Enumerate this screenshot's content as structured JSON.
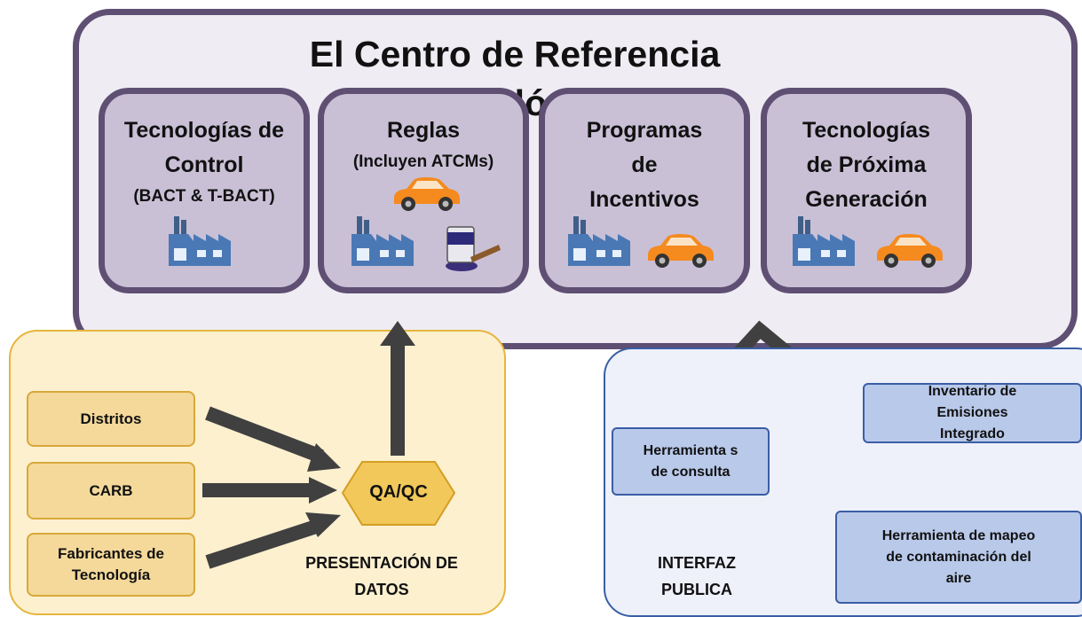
{
  "title": "El Centro de Referencia Tecnológica",
  "categories": [
    {
      "title": "Tecnologías de Control",
      "subtitle": "(BACT & T-BACT)"
    },
    {
      "title": "Reglas",
      "subtitle": "(Incluyen ATCMs)"
    },
    {
      "title": "Programas de Incentivos",
      "subtitle": ""
    },
    {
      "title": "Tecnologías de Próxima Generación",
      "subtitle": ""
    }
  ],
  "icons": {
    "factory_color": "#4a78b5",
    "car_color": "#f58a1f",
    "arrow_color": "#404040"
  },
  "data_section": {
    "label": "PRESENTACIÓN DE DATOS",
    "sources": [
      "Distritos",
      "CARB",
      "Fabricantes de Tecnología"
    ],
    "qa_label": "QA/QC"
  },
  "public_section": {
    "label": "INTERFAZ PUBLICA",
    "query_tools": "Herramienta s de consulta",
    "inventory": "Inventario de Emisiones Integrado",
    "mapping_tool": "Herramienta de mapeo de contaminación del aire"
  }
}
